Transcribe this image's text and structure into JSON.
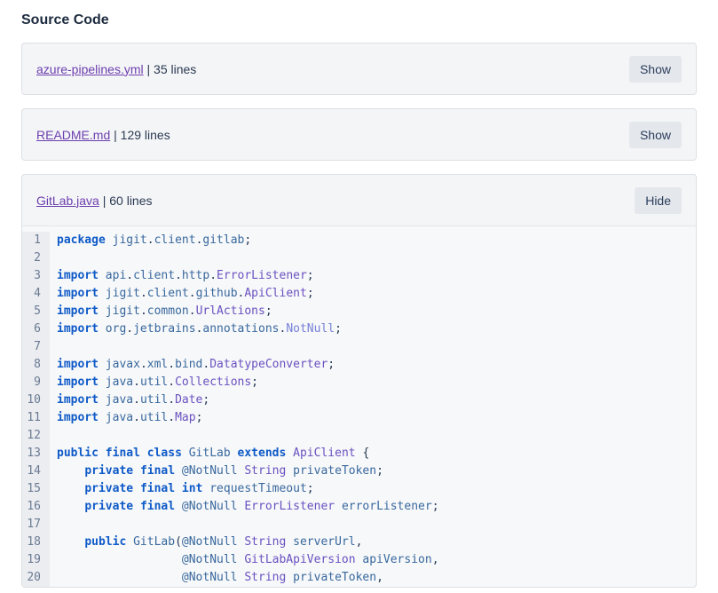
{
  "page": {
    "title": "Source Code"
  },
  "colors": {
    "accent_link": "#6c3fae",
    "panel_bg": "#f4f5f7",
    "panel_border": "#dcdfe4",
    "button_bg": "#e4e7ec",
    "keyword": "#0e5ac8",
    "identifier": "#38689e",
    "class_name": "#6a51c1",
    "annotation_import": "#7680d8",
    "punctuation": "#253a56",
    "line_number": "#6b7b94",
    "gutter_bg": "#ebedf0",
    "code_bg": "#f7f8f9"
  },
  "files": [
    {
      "name": "azure-pipelines.yml",
      "separator": "|",
      "lines_label": "35 lines",
      "action": "Show",
      "expanded": false
    },
    {
      "name": "README.md",
      "separator": "|",
      "lines_label": "129 lines",
      "action": "Show",
      "expanded": false
    },
    {
      "name": "GitLab.java",
      "separator": "|",
      "lines_label": "60 lines",
      "action": "Hide",
      "expanded": true
    }
  ],
  "code": {
    "language": "java",
    "visible_lines": [
      {
        "n": "1",
        "tokens": [
          [
            "k",
            "package"
          ],
          [
            "s",
            " "
          ],
          [
            "i",
            "jigit"
          ],
          [
            "p",
            "."
          ],
          [
            "i",
            "client"
          ],
          [
            "p",
            "."
          ],
          [
            "i",
            "gitlab"
          ],
          [
            "p",
            ";"
          ]
        ]
      },
      {
        "n": "2",
        "tokens": []
      },
      {
        "n": "3",
        "tokens": [
          [
            "k",
            "import"
          ],
          [
            "s",
            " "
          ],
          [
            "i",
            "api"
          ],
          [
            "p",
            "."
          ],
          [
            "i",
            "client"
          ],
          [
            "p",
            "."
          ],
          [
            "i",
            "http"
          ],
          [
            "p",
            "."
          ],
          [
            "c",
            "ErrorListener"
          ],
          [
            "p",
            ";"
          ]
        ]
      },
      {
        "n": "4",
        "tokens": [
          [
            "k",
            "import"
          ],
          [
            "s",
            " "
          ],
          [
            "i",
            "jigit"
          ],
          [
            "p",
            "."
          ],
          [
            "i",
            "client"
          ],
          [
            "p",
            "."
          ],
          [
            "i",
            "github"
          ],
          [
            "p",
            "."
          ],
          [
            "c",
            "ApiClient"
          ],
          [
            "p",
            ";"
          ]
        ]
      },
      {
        "n": "5",
        "tokens": [
          [
            "k",
            "import"
          ],
          [
            "s",
            " "
          ],
          [
            "i",
            "jigit"
          ],
          [
            "p",
            "."
          ],
          [
            "i",
            "common"
          ],
          [
            "p",
            "."
          ],
          [
            "c",
            "UrlActions"
          ],
          [
            "p",
            ";"
          ]
        ]
      },
      {
        "n": "6",
        "tokens": [
          [
            "k",
            "import"
          ],
          [
            "s",
            " "
          ],
          [
            "i",
            "org"
          ],
          [
            "p",
            "."
          ],
          [
            "i",
            "jetbrains"
          ],
          [
            "p",
            "."
          ],
          [
            "i",
            "annotations"
          ],
          [
            "p",
            "."
          ],
          [
            "a",
            "NotNull"
          ],
          [
            "p",
            ";"
          ]
        ]
      },
      {
        "n": "7",
        "tokens": []
      },
      {
        "n": "8",
        "tokens": [
          [
            "k",
            "import"
          ],
          [
            "s",
            " "
          ],
          [
            "i",
            "javax"
          ],
          [
            "p",
            "."
          ],
          [
            "i",
            "xml"
          ],
          [
            "p",
            "."
          ],
          [
            "i",
            "bind"
          ],
          [
            "p",
            "."
          ],
          [
            "c",
            "DatatypeConverter"
          ],
          [
            "p",
            ";"
          ]
        ]
      },
      {
        "n": "9",
        "tokens": [
          [
            "k",
            "import"
          ],
          [
            "s",
            " "
          ],
          [
            "i",
            "java"
          ],
          [
            "p",
            "."
          ],
          [
            "i",
            "util"
          ],
          [
            "p",
            "."
          ],
          [
            "c",
            "Collections"
          ],
          [
            "p",
            ";"
          ]
        ]
      },
      {
        "n": "10",
        "tokens": [
          [
            "k",
            "import"
          ],
          [
            "s",
            " "
          ],
          [
            "i",
            "java"
          ],
          [
            "p",
            "."
          ],
          [
            "i",
            "util"
          ],
          [
            "p",
            "."
          ],
          [
            "c",
            "Date"
          ],
          [
            "p",
            ";"
          ]
        ]
      },
      {
        "n": "11",
        "tokens": [
          [
            "k",
            "import"
          ],
          [
            "s",
            " "
          ],
          [
            "i",
            "java"
          ],
          [
            "p",
            "."
          ],
          [
            "i",
            "util"
          ],
          [
            "p",
            "."
          ],
          [
            "c",
            "Map"
          ],
          [
            "p",
            ";"
          ]
        ]
      },
      {
        "n": "12",
        "tokens": []
      },
      {
        "n": "13",
        "tokens": [
          [
            "k",
            "public"
          ],
          [
            "s",
            " "
          ],
          [
            "k",
            "final"
          ],
          [
            "s",
            " "
          ],
          [
            "k",
            "class"
          ],
          [
            "s",
            " "
          ],
          [
            "i",
            "GitLab"
          ],
          [
            "s",
            " "
          ],
          [
            "k",
            "extends"
          ],
          [
            "s",
            " "
          ],
          [
            "c",
            "ApiClient"
          ],
          [
            "s",
            " "
          ],
          [
            "p",
            "{"
          ]
        ]
      },
      {
        "n": "14",
        "tokens": [
          [
            "s",
            "    "
          ],
          [
            "k",
            "private"
          ],
          [
            "s",
            " "
          ],
          [
            "k",
            "final"
          ],
          [
            "s",
            " "
          ],
          [
            "i",
            "@NotNull"
          ],
          [
            "s",
            " "
          ],
          [
            "c",
            "String"
          ],
          [
            "s",
            " "
          ],
          [
            "i",
            "privateToken"
          ],
          [
            "p",
            ";"
          ]
        ]
      },
      {
        "n": "15",
        "tokens": [
          [
            "s",
            "    "
          ],
          [
            "k",
            "private"
          ],
          [
            "s",
            " "
          ],
          [
            "k",
            "final"
          ],
          [
            "s",
            " "
          ],
          [
            "k",
            "int"
          ],
          [
            "s",
            " "
          ],
          [
            "i",
            "requestTimeout"
          ],
          [
            "p",
            ";"
          ]
        ]
      },
      {
        "n": "16",
        "tokens": [
          [
            "s",
            "    "
          ],
          [
            "k",
            "private"
          ],
          [
            "s",
            " "
          ],
          [
            "k",
            "final"
          ],
          [
            "s",
            " "
          ],
          [
            "i",
            "@NotNull"
          ],
          [
            "s",
            " "
          ],
          [
            "c",
            "ErrorListener"
          ],
          [
            "s",
            " "
          ],
          [
            "i",
            "errorListener"
          ],
          [
            "p",
            ";"
          ]
        ]
      },
      {
        "n": "17",
        "tokens": []
      },
      {
        "n": "18",
        "tokens": [
          [
            "s",
            "    "
          ],
          [
            "k",
            "public"
          ],
          [
            "s",
            " "
          ],
          [
            "i",
            "GitLab"
          ],
          [
            "p",
            "("
          ],
          [
            "i",
            "@NotNull"
          ],
          [
            "s",
            " "
          ],
          [
            "c",
            "String"
          ],
          [
            "s",
            " "
          ],
          [
            "i",
            "serverUrl"
          ],
          [
            "p",
            ","
          ]
        ]
      },
      {
        "n": "19",
        "tokens": [
          [
            "s",
            "                  "
          ],
          [
            "i",
            "@NotNull"
          ],
          [
            "s",
            " "
          ],
          [
            "c",
            "GitLabApiVersion"
          ],
          [
            "s",
            " "
          ],
          [
            "i",
            "apiVersion"
          ],
          [
            "p",
            ","
          ]
        ]
      },
      {
        "n": "20",
        "tokens": [
          [
            "s",
            "                  "
          ],
          [
            "i",
            "@NotNull"
          ],
          [
            "s",
            " "
          ],
          [
            "c",
            "String"
          ],
          [
            "s",
            " "
          ],
          [
            "i",
            "privateToken"
          ],
          [
            "p",
            ","
          ]
        ]
      }
    ]
  }
}
